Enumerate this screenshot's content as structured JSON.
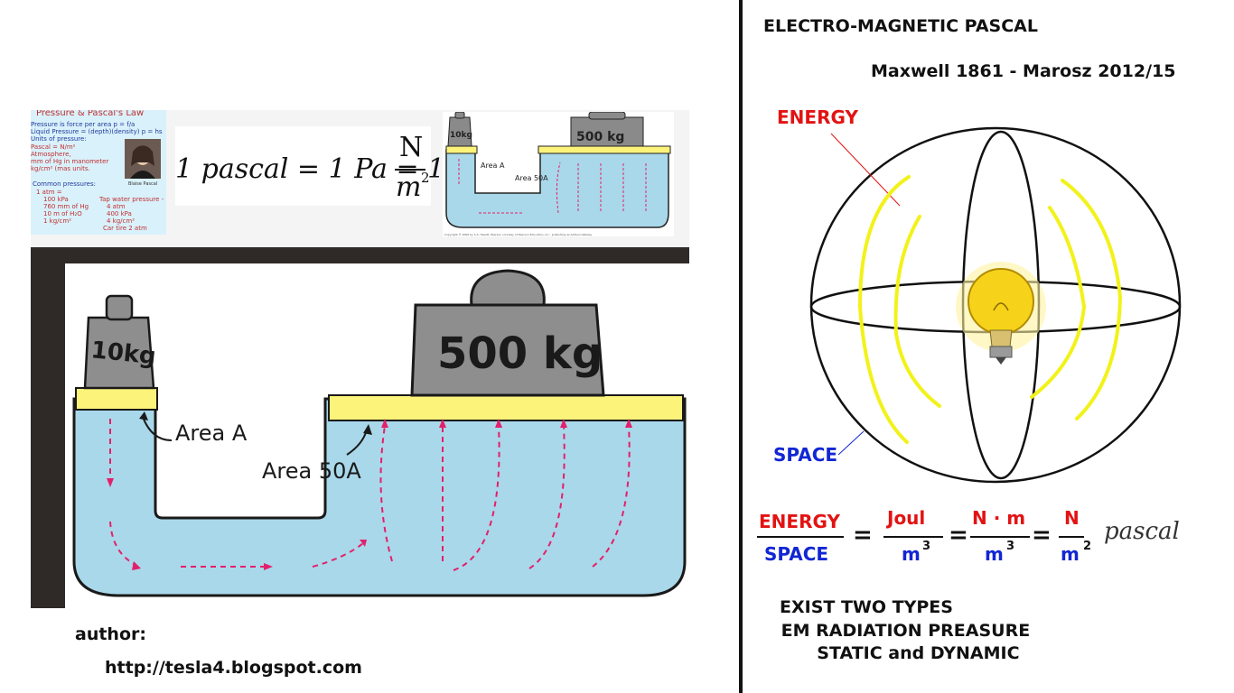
{
  "left_panel": {
    "thumbnail": {
      "title": "Pressure & Pascal's Law",
      "lines": [
        "Pressure is force per area   p = f/a",
        "Liquid Pressure = (depth)(density)   p = hs",
        "Units of pressure:",
        "Pascal = N/m²",
        "Atmosphere,",
        "mm of Hg in manometer",
        "kg/cm² (mas units.",
        "Common pressures:",
        "1 atm =",
        "100 kPa",
        "760 mm of Hg",
        "10 m of H₂O",
        "1 kg/cm²"
      ],
      "right_lines": [
        "Tap water pressure -",
        "4 atm",
        "400 kPa",
        "4 kg/cm²",
        "Car tire  2 atm"
      ],
      "portrait_caption": "Blaise Pascal"
    },
    "pascal_formula": {
      "lhs": "1 pascal = 1 Pa = 1",
      "numerator": "N",
      "denominator": "m",
      "exponent": "2"
    },
    "small_diagram": {
      "small_weight": "10kg",
      "big_weight": "500 kg",
      "label_a": "Area A",
      "label_50a": "Area 50A",
      "copyright": "Copyright © 2006 by S.S. Hewitt, Pearson courtesy of Pearson Education, Inc., publishing as Addison-Wesley."
    },
    "big_diagram": {
      "small_weight": "10kg",
      "big_weight": "500 kg",
      "label_a": "Area A",
      "label_50a": "Area 50A"
    },
    "author_label": "author:",
    "author_url": "http://tesla4.blogspot.com"
  },
  "right_panel": {
    "title": "ELECTRO-MAGNETIC PASCAL",
    "subtitle": "Maxwell 1861 - Marosz 2012/15",
    "label_energy": "ENERGY",
    "label_space": "SPACE",
    "equation": {
      "energy": "ENERGY",
      "space": "SPACE",
      "eq": "=",
      "joul": "Joul",
      "m": "m",
      "cube": "3",
      "nm": "N · m",
      "n": "N",
      "square": "2",
      "pascal": "pascal"
    },
    "types_text": [
      "EXIST TWO TYPES",
      " EM RADIATION PREASURE",
      "       STATIC and DYNAMIC"
    ]
  },
  "colors": {
    "water": "#a9d8ea",
    "plate": "#fbf37a",
    "arrow": "#e41f6b",
    "energy_wave": "#f2f21a",
    "red": "#e31313",
    "blue": "#1226d3"
  }
}
